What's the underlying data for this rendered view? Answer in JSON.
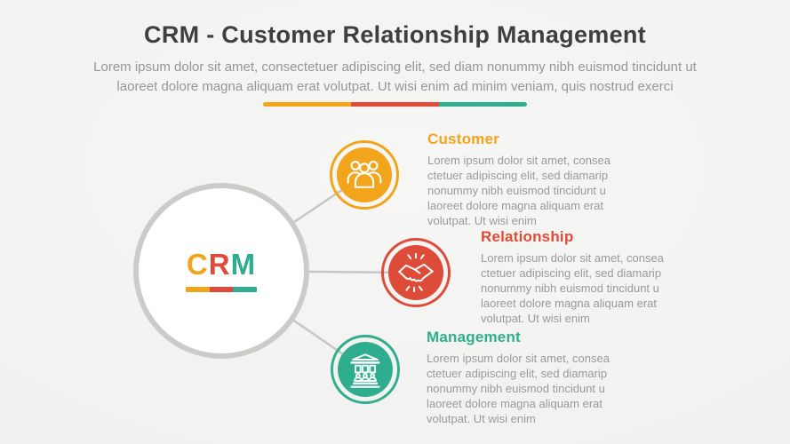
{
  "header": {
    "title": "CRM - Customer Relationship Management",
    "subtitle": "Lorem ipsum dolor sit amet, consectetuer adipiscing elit, sed diam nonummy nibh euismod tincidunt ut\nlaoreet dolore magna aliquam erat volutpat. Ut wisi enim ad minim veniam, quis nostrud exerci",
    "divider_colors": [
      "#F2A51A",
      "#DE4B38",
      "#2FAE8F"
    ]
  },
  "center": {
    "letters": [
      {
        "char": "C",
        "color": "#F2A51A"
      },
      {
        "char": "R",
        "color": "#DE4B38"
      },
      {
        "char": "M",
        "color": "#2FAE8F"
      }
    ],
    "underline_colors": [
      "#F2A51A",
      "#DE4B38",
      "#2FAE8F"
    ]
  },
  "items": [
    {
      "label": "Customer",
      "color": "#F2A51A",
      "icon": "people-group-icon",
      "body": "Lorem ipsum dolor sit amet, consea\nctetuer adipiscing elit, sed diamarip\nnonummy nibh euismod tincidunt u\nlaoreet dolore magna aliquam erat\nvolutpat. Ut wisi enim"
    },
    {
      "label": "Relationship",
      "color": "#DE4B38",
      "icon": "handshake-icon",
      "body": "Lorem ipsum dolor sit amet, consea\nctetuer adipiscing elit, sed diamarip\nnonummy nibh euismod tincidunt u\nlaoreet dolore magna aliquam erat\nvolutpat. Ut wisi enim"
    },
    {
      "label": "Management",
      "color": "#2FAE8F",
      "icon": "bank-building-icon",
      "body": "Lorem ipsum dolor sit amet, consea\nctetuer adipiscing elit, sed diamarip\nnonummy nibh euismod tincidunt u\nlaoreet dolore magna aliquam erat\nvolutpat. Ut wisi enim"
    }
  ],
  "colors": {
    "connector_line": "#C6C6C4",
    "big_circle_border": "#CBCBC9",
    "title_text": "#3F3F3D",
    "body_text": "#9A9A98",
    "background": "#F1F1EF"
  }
}
